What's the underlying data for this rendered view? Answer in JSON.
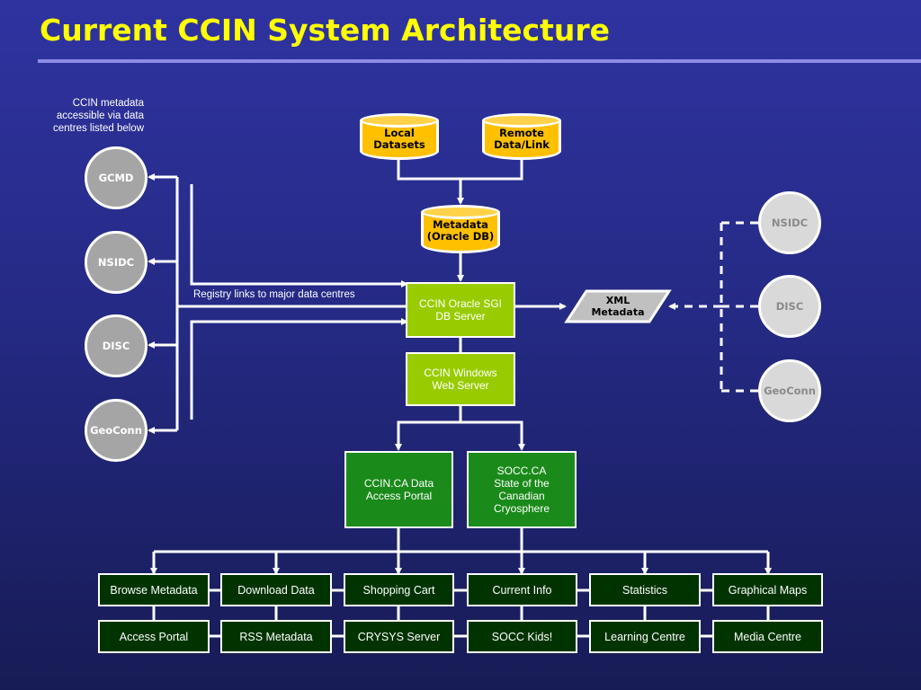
{
  "title": "Current CCIN System Architecture",
  "note": "CCIN metadata accessible via data centres listed below",
  "left_centres": [
    "GCMD",
    "NSIDC",
    "DISC",
    "GeoConn"
  ],
  "right_centres": [
    "NSIDC",
    "DISC",
    "GeoConn"
  ],
  "sources": {
    "local": "Local Datasets",
    "remote": "Remote Data/Link",
    "metadata": "Metadata (Oracle DB)"
  },
  "registry_label": "Registry links to major data centres",
  "servers": {
    "oracle": "CCIN Oracle SGI DB Server",
    "web": "CCIN Windows Web Server"
  },
  "xml": "XML Metadata",
  "portals": {
    "ccin": "CCIN.CA Data Access Portal",
    "socc": "SOCC.CA State of the Canadian Cryosphere"
  },
  "features_row1": [
    "Browse Metadata",
    "Download Data",
    "Shopping Cart",
    "Current Info",
    "Statistics",
    "Graphical Maps"
  ],
  "features_row2": [
    "Access Portal",
    "RSS Metadata",
    "CRYSYS Server",
    "SOCC Kids!",
    "Learning Centre",
    "Media Centre"
  ],
  "colors": {
    "title": "#ffff00",
    "database": "#ffc000",
    "server": "#99cc00",
    "portal": "#1a8a1a",
    "feature": "#003300",
    "centre": "#a5a5a5",
    "external_centre": "#d9d9d9"
  }
}
